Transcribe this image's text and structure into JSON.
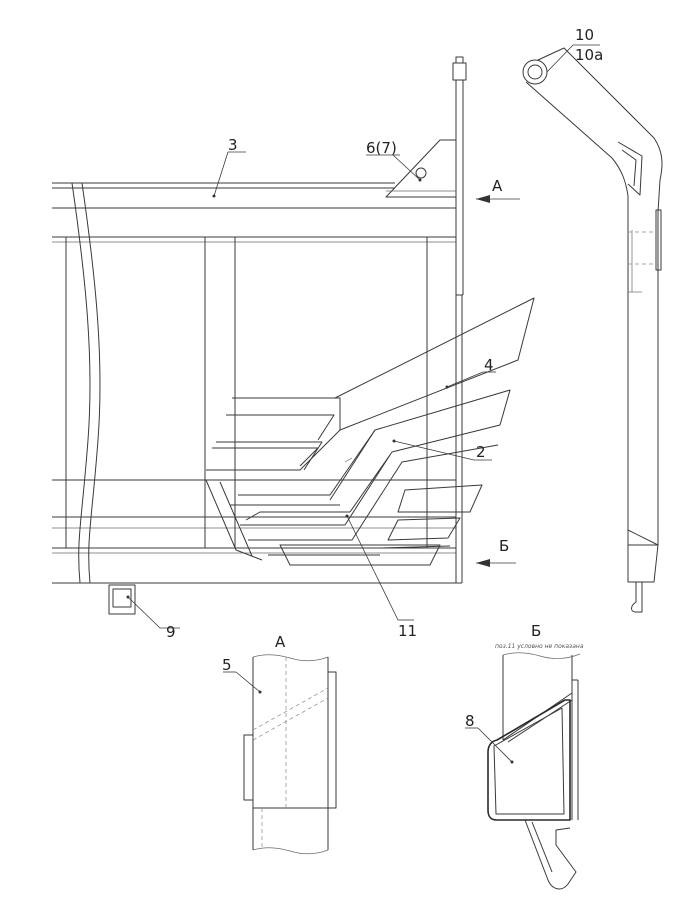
{
  "labels": {
    "pos_3": "3",
    "pos_6_7": "6(7)",
    "pos_10": "10",
    "pos_10a": "10а",
    "pos_4": "4",
    "pos_2": "2",
    "pos_9": "9",
    "pos_11": "11",
    "pos_5": "5",
    "pos_8": "8"
  },
  "views": {
    "view_a_marker": "А",
    "view_b_marker": "Б",
    "view_a_title": "А",
    "view_b_title": "Б",
    "view_b_note": "поз.11 условно не показана"
  },
  "colors": {
    "line": "#3a3a3a",
    "background": "#ffffff"
  }
}
